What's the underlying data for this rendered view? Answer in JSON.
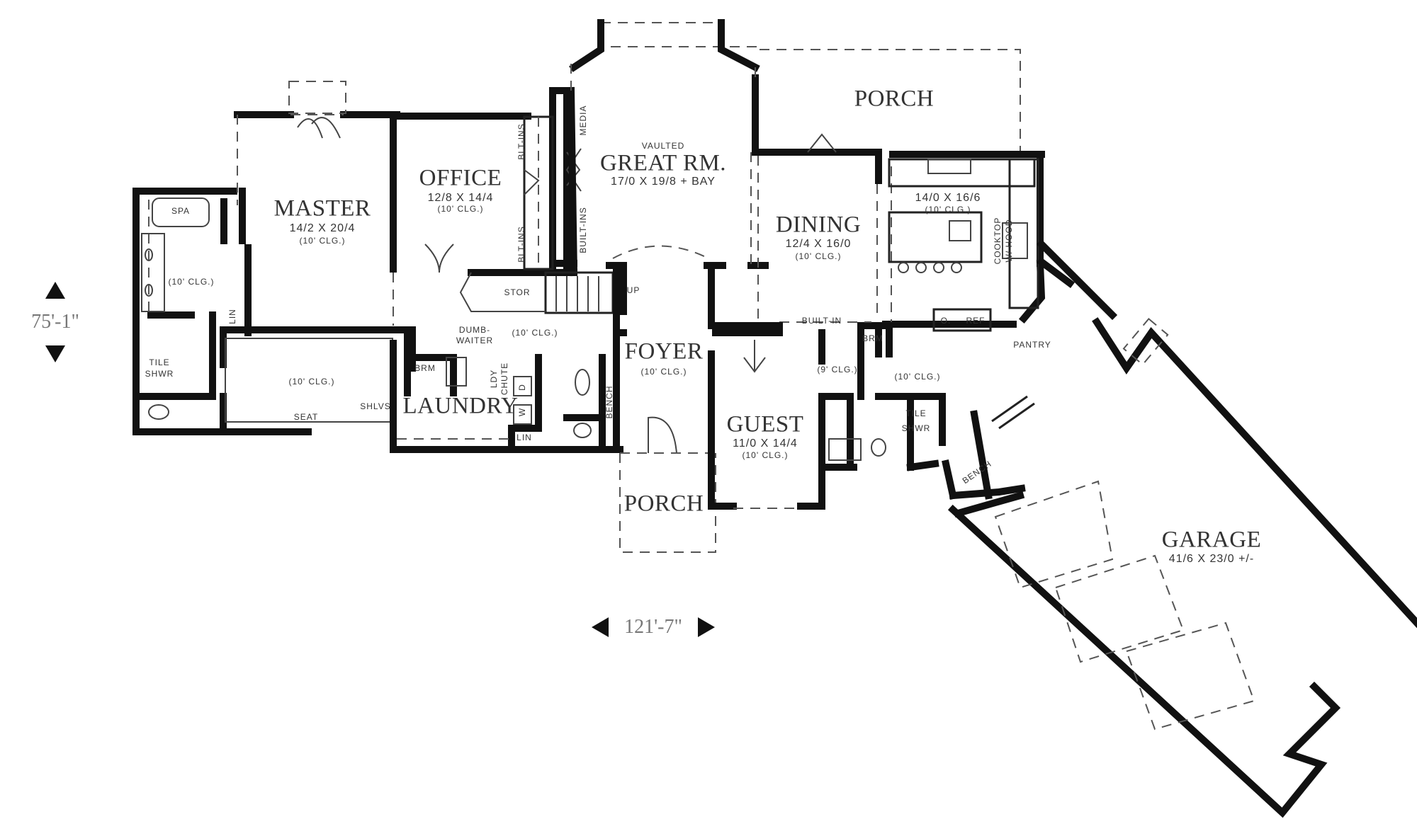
{
  "rooms": {
    "porch_rear": {
      "name": "PORCH"
    },
    "office": {
      "name": "OFFICE",
      "size": "12/8 X 14/4",
      "ceiling": "(10' CLG.)"
    },
    "master": {
      "name": "MASTER",
      "size": "14/2 X 20/4",
      "ceiling": "(10' CLG.)"
    },
    "great_room": {
      "prefix": "VAULTED",
      "name": "GREAT RM.",
      "size": "17/0 X 19/8 + BAY"
    },
    "dining": {
      "name": "DINING",
      "size": "12/4 X 16/0",
      "ceiling": "(10' CLG.)"
    },
    "kitchen": {
      "size": "14/0 X 16/6",
      "ceiling": "(10' CLG.)"
    },
    "foyer": {
      "name": "FOYER",
      "ceiling": "(10' CLG.)"
    },
    "laundry": {
      "name": "LAUNDRY"
    },
    "guest": {
      "name": "GUEST",
      "size": "11/0 X 14/4",
      "ceiling": "(10' CLG.)"
    },
    "porch_front": {
      "name": "PORCH"
    },
    "garage": {
      "name": "GARAGE",
      "size": "41/6 X 23/0 +/-"
    }
  },
  "labels": {
    "spa": "SPA",
    "bath_clg": "(10' CLG.)",
    "lin1": "LIN",
    "tile_shwr1_a": "TILE",
    "tile_shwr1_b": "SHWR",
    "closet_clg": "(10' CLG.)",
    "seat": "SEAT",
    "shlvs": "SHLVS",
    "brm1": "BRM",
    "dumbwaiter_a": "DUMB-",
    "dumbwaiter_b": "WAITER",
    "hall_clg": "(10' CLG.)",
    "ldy_chute_a": "LDY",
    "ldy_chute_b": "CHUTE",
    "w": "W",
    "d": "D",
    "lin2": "LIN",
    "stor": "STOR",
    "up": "UP",
    "blt_ins_1": "BLT-INS",
    "blt_ins_2": "BLT-INS",
    "built_ins": "BUILT-INS",
    "media": "MEDIA",
    "bench1": "BENCH",
    "built_in": "BUILT-IN",
    "brm2": "BRM",
    "clg9": "(9' CLG.)",
    "mud_clg": "(10' CLG.)",
    "tile_shwr2_a": "TILE",
    "tile_shwr2_b": "SHWR",
    "pantry": "PANTRY",
    "bench2": "BENCH",
    "cooktop": "COOKTOP",
    "w_hood": "W/ HOOD",
    "oven": "O.",
    "ref": "REF"
  },
  "dimensions": {
    "depth": "75'-1\"",
    "width": "121'-7\""
  }
}
